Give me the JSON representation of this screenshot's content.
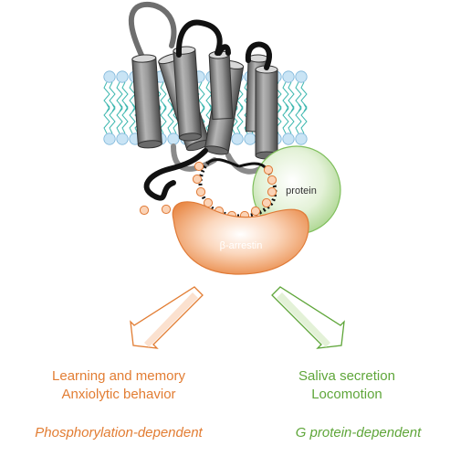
{
  "diagram": {
    "protein_label": "protein",
    "arrestin_label": "β-arrestin"
  },
  "left_branch": {
    "effect_1": "Learning and memory",
    "effect_2": "Anxiolytic behavior",
    "mechanism": "Phosphorylation-dependent",
    "color": "#e27d33"
  },
  "right_branch": {
    "effect_1": "Saliva secretion",
    "effect_2": "Locomotion",
    "mechanism": "G protein-dependent",
    "color": "#5fa63a"
  },
  "colors": {
    "lipid_head": "#c9e4f5",
    "lipid_tail": "#3fb8b0",
    "helix_fill": "#8e8e8e",
    "protein_fill": "#c9e5b5",
    "arrestin_fill": "#f0a06a",
    "phospho_fill": "#fbd3b6"
  }
}
